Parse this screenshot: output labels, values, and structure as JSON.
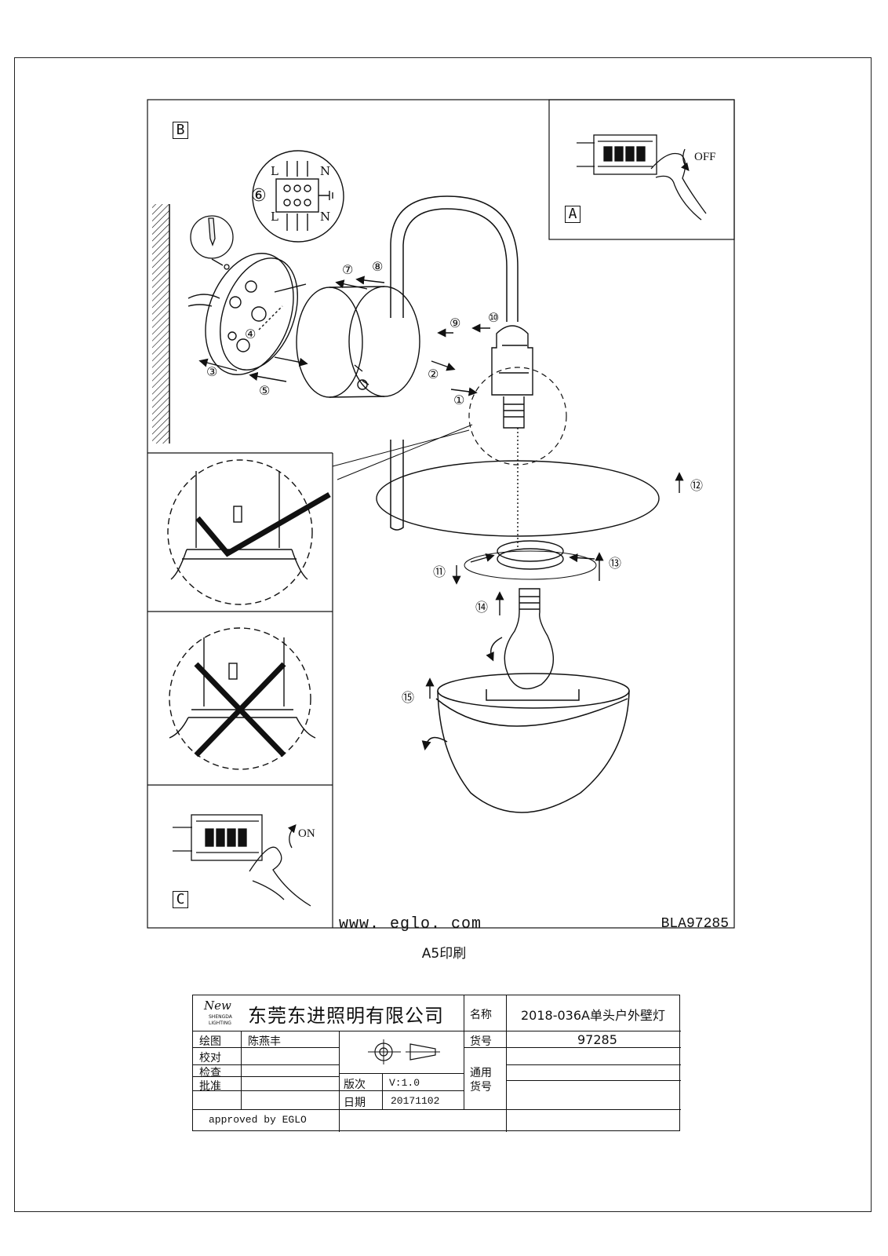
{
  "boxes": {
    "a": "A",
    "b": "B",
    "c": "C"
  },
  "switch": {
    "off": "OFF",
    "on": "ON"
  },
  "wiring": {
    "l_top": "L",
    "n_top": "N",
    "l_bottom": "L",
    "n_bottom": "N",
    "step": "⑥"
  },
  "steps": [
    "①",
    "②",
    "③",
    "④",
    "⑤",
    "⑦",
    "⑧",
    "⑨",
    "⑩",
    "⑪",
    "⑫",
    "⑬",
    "⑭",
    "⑮"
  ],
  "footer": {
    "url": "www. eglo. com",
    "code": "BLA97285",
    "print_note": "A5印刷"
  },
  "titleblock": {
    "logo_mark": "New",
    "logo_sub1": "SHENGDA",
    "logo_sub2": "LIGHTING",
    "company": "东莞东进照明有限公司",
    "name_label": "名称",
    "name_value": "2018-036A单头户外壁灯",
    "draw_label": "绘图",
    "draw_value": "陈燕丰",
    "check1_label": "校对",
    "check2_label": "检查",
    "approve_label": "批准",
    "item_label": "货号",
    "item_value": "97285",
    "general_label": "通用",
    "general_label2": "货号",
    "version_label": "版次",
    "version_value": "V:1.0",
    "date_label": "日期",
    "date_value": "20171102",
    "approved": "approved by EGLO"
  }
}
